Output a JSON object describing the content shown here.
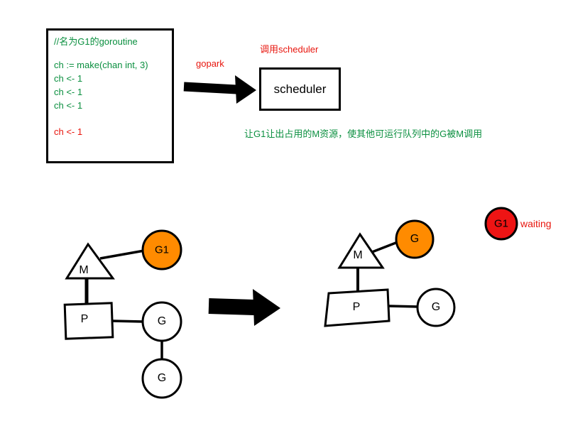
{
  "colors": {
    "code_green": "#0a8f3f",
    "annotation_red": "#e8150d",
    "goroutine_orange": "#ff8b00",
    "waiting_red": "#ee1414",
    "ink_black": "#000000",
    "background": "#ffffff"
  },
  "code_box": {
    "lines": [
      {
        "text": "//名为G1的goroutine",
        "color": "green"
      },
      {
        "text": "ch := make(chan int, 3)",
        "color": "green"
      },
      {
        "text": "ch <- 1",
        "color": "green"
      },
      {
        "text": "ch <- 1",
        "color": "green"
      },
      {
        "text": "ch <- 1",
        "color": "green"
      },
      {
        "text": "ch <- 1",
        "color": "red"
      }
    ]
  },
  "labels": {
    "gopark": "gopark",
    "call_scheduler": "调用scheduler",
    "scheduler_box": "scheduler",
    "explanation": "让G1让出占用的M资源，使其他可运行队列中的G被M调用"
  },
  "left_diagram": {
    "m": "M",
    "g1": "G1",
    "p": "P",
    "g_right": "G",
    "g_bottom": "G"
  },
  "right_diagram": {
    "m": "M",
    "g_top": "G",
    "p": "P",
    "g_right": "G"
  },
  "waiting_node": {
    "label": "G1",
    "status": "waiting"
  }
}
